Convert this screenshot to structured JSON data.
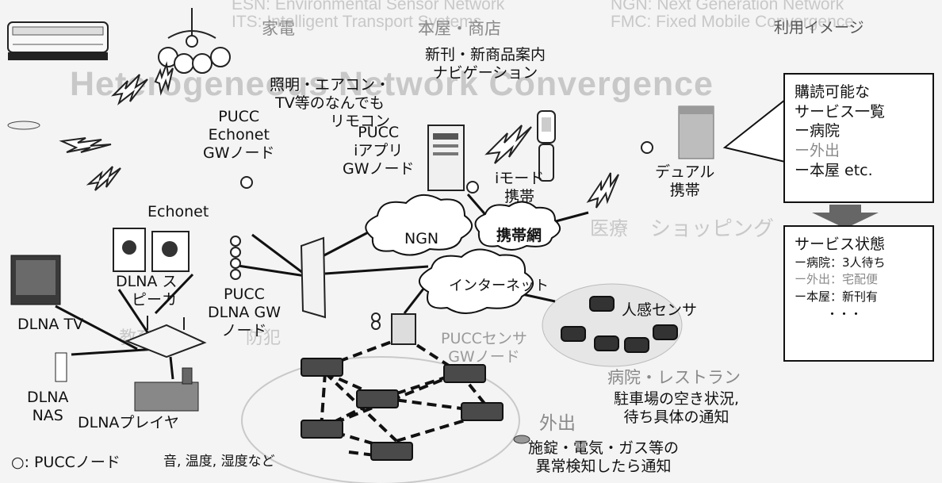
{
  "background": {
    "abbrev_lines": [
      "ESN: Environmental Sensor Network",
      "ITS: Intelligent Transport Systems",
      "NGN: Next Generation Network",
      "FMC: Fixed Mobile Convergence"
    ],
    "watermark_title": "Heterogeneous Network Convergence",
    "watermark_subtitle": "ショッピング",
    "watermark_tags": [
      "医療",
      "防犯",
      "教育"
    ]
  },
  "headers": {
    "appliances": "家電",
    "bookstore": "本屋・商店",
    "usage_image": "利用イメージ",
    "hospital": "病院・レストラン",
    "outside": "外出"
  },
  "appliances": {
    "remote_desc": [
      "照明・エアコン・",
      "TV等のなんでも",
      "リモコン"
    ],
    "echonet_gw": [
      "PUCC",
      "Echonet",
      "GWノード"
    ],
    "echonet": "Echonet",
    "dlna_speaker": [
      "DLNA ス",
      "ピーカ"
    ],
    "dlna_gw": [
      "PUCC",
      "DLNA GW",
      "ノード"
    ],
    "dlna_tv": "DLNA TV",
    "dlna_nas": [
      "DLNA",
      "NAS"
    ],
    "dlna_player": "DLNAプレイヤ"
  },
  "bookstore": {
    "desc": [
      "新刊・新商品案内",
      "ナビゲーション"
    ],
    "iappli_gw": [
      "PUCC",
      "iアプリ",
      "GWノード"
    ],
    "imode": [
      "iモード",
      "携帯"
    ]
  },
  "networks": {
    "ngn": "NGN",
    "mobile": "携帯網",
    "internet": "インターネット"
  },
  "dual_phone": [
    "デュアル",
    "携帯"
  ],
  "sensor": {
    "motion": "人感センサ",
    "gw": [
      "PUCCセンサ",
      "GWノード"
    ]
  },
  "hospital_desc": [
    "駐車場の空き状況,",
    "待ち具体の通知"
  ],
  "outside_desc": [
    "施錠・電気・ガス等の",
    "異常検知したら通知"
  ],
  "legend": {
    "node_symbol": "○",
    "node_label": ": PUCCノード",
    "sensing": "音, 温度, 湿度など"
  },
  "service_list": {
    "title": [
      "購読可能な",
      "サービス一覧"
    ],
    "items": [
      "ー病院",
      "ー外出",
      "ー本屋 etc."
    ]
  },
  "service_status": {
    "title": "サービス状態",
    "items": [
      "ー病院：3人待ち",
      "ー外出：宅配便",
      "ー本屋：新刊有",
      "・・・"
    ]
  }
}
